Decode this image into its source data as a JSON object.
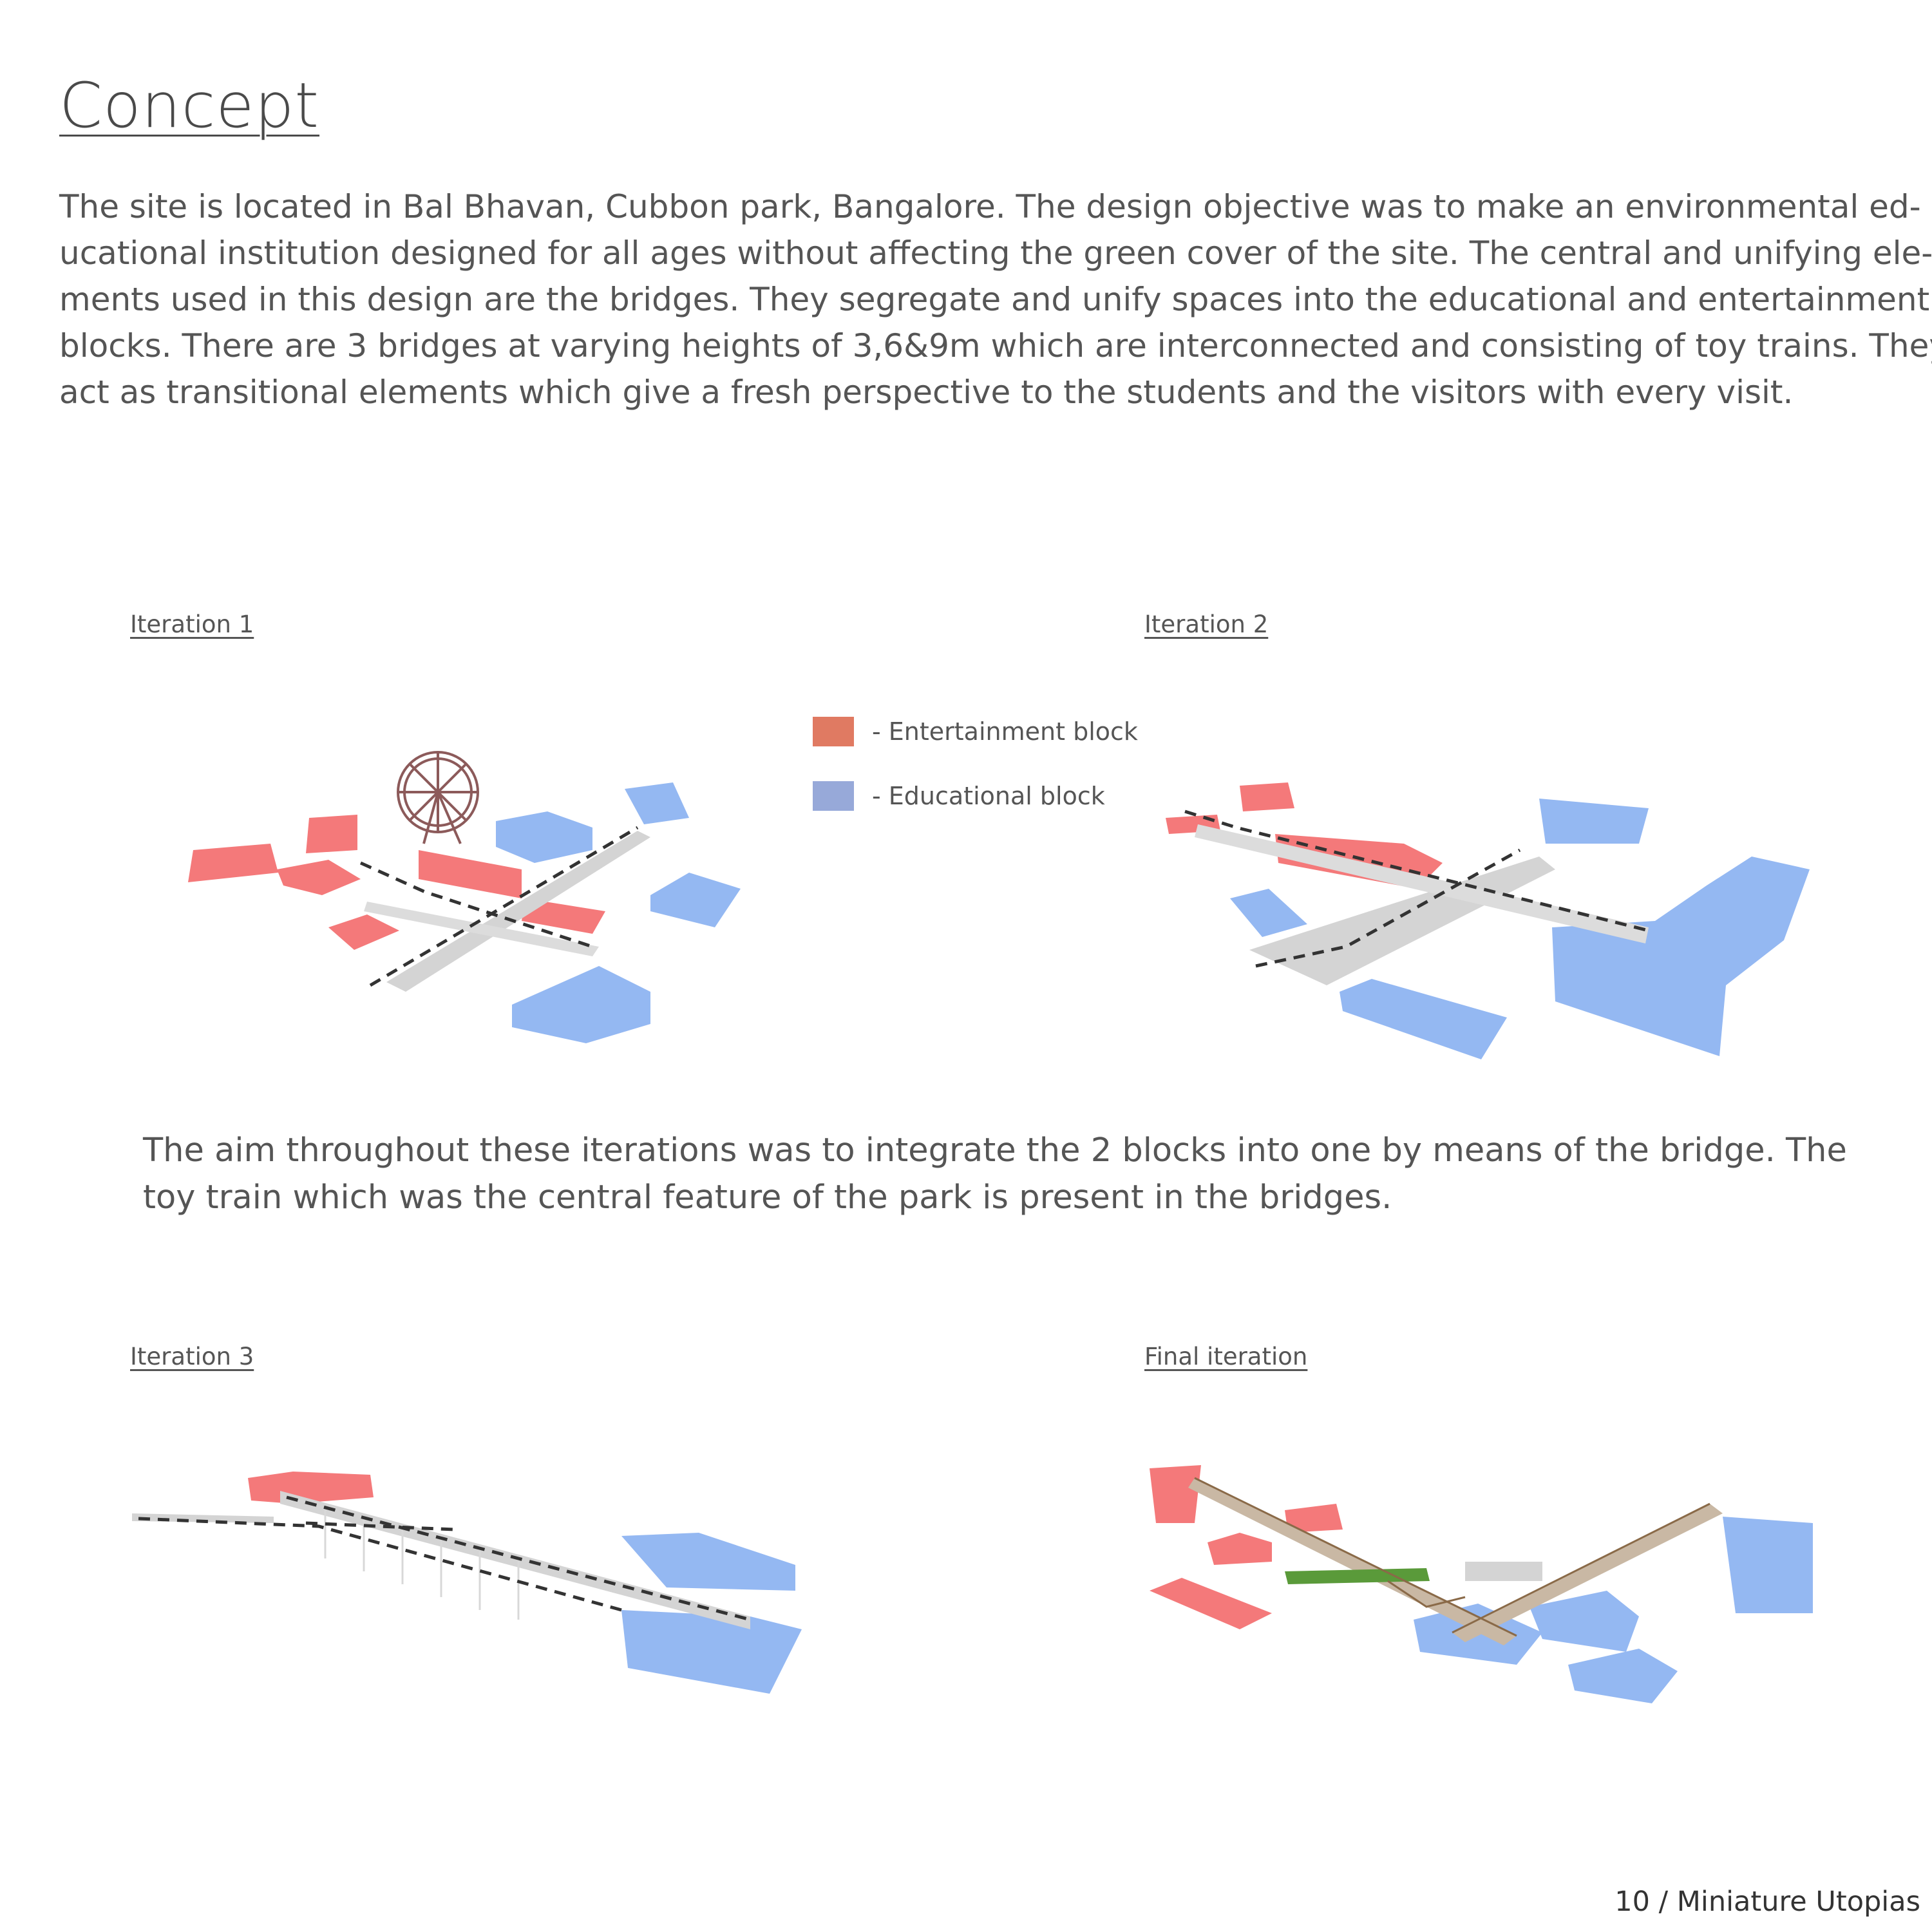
{
  "title": "Concept",
  "intro_lines": [
    "The site is located in Bal Bhavan, Cubbon park, Bangalore. The design objective was to make an environmental ed-",
    "ucational institution designed for all ages without affecting the green cover of the site. The central and unifying ele-",
    "ments used in this design are the bridges. They segregate and unify spaces into the educational and entertainment",
    "blocks. There are 3 bridges at varying heights of 3,6&9m which are interconnected and consisting of toy trains. They",
    "act as transitional elements which give a fresh perspective to the students and the visitors with every visit."
  ],
  "iterations": {
    "one": "Iteration 1",
    "two": "Iteration 2",
    "three": "Iteration 3",
    "final": "Final iteration"
  },
  "legend": {
    "entertainment": {
      "label": "- Entertainment block",
      "color": "#e07a62"
    },
    "educational": {
      "label": "- Educational block",
      "color": "#97a9d9"
    }
  },
  "aim_lines": [
    "The aim throughout these iterations was to integrate the 2 blocks into one by means of the bridge. The",
    "toy train which was the central feature of the park is present in the bridges."
  ],
  "footer": "10 / Miniature Utopias",
  "colors": {
    "entertainment_fill": "#f4797a",
    "educational_fill": "#94b8f2",
    "bridge": "#d4d4d4",
    "train_line": "#333333",
    "green": "#5a9a3a",
    "timber": "#8a6a48"
  }
}
